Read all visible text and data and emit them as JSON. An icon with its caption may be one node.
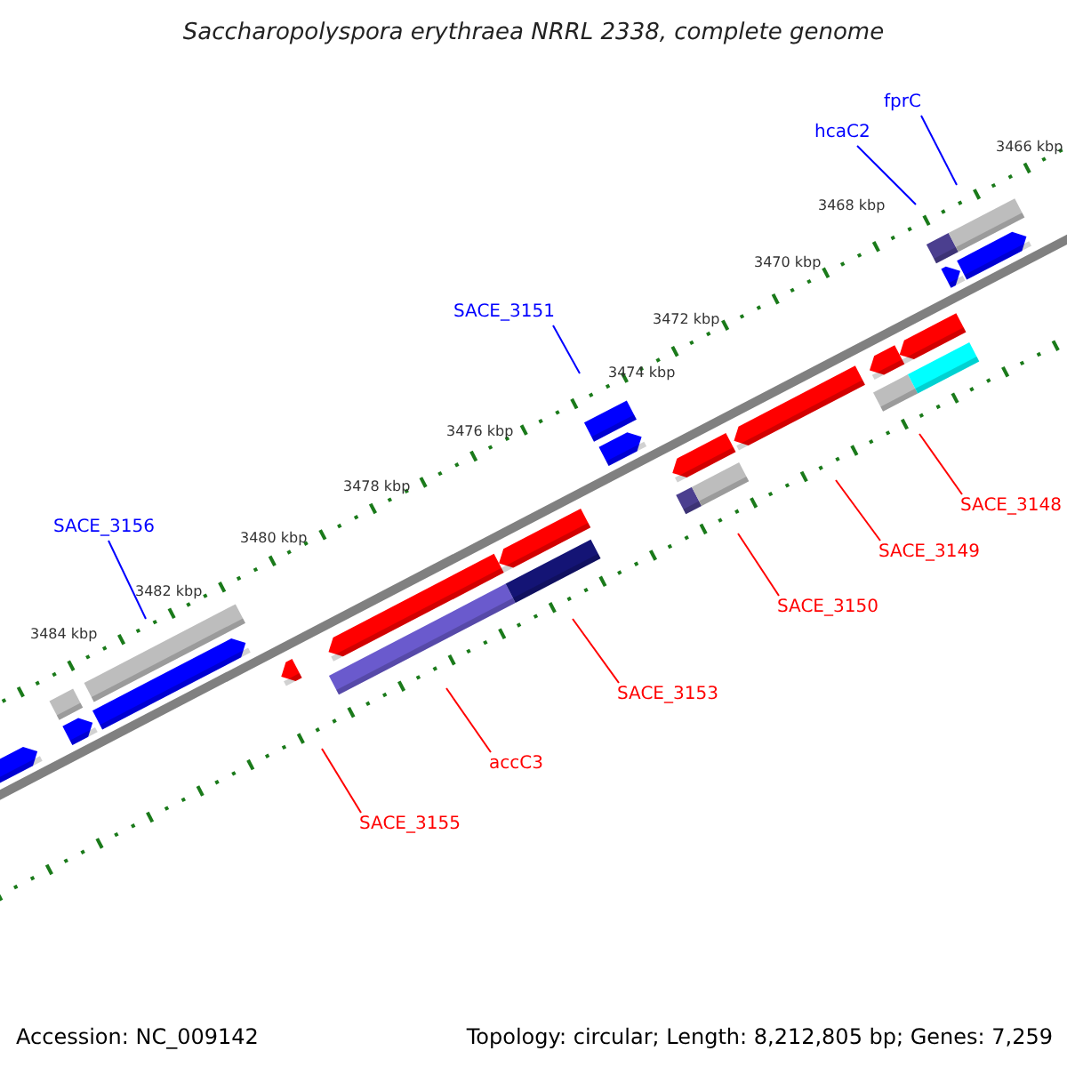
{
  "diagram": {
    "title": "Saccharopolyspora erythraea NRRL 2338, complete genome",
    "nodes": [
      {
        "text": [
          "fprC"
        ]
      },
      {
        "text": [
          "hcaC2"
        ]
      },
      {
        "text": [
          "SACE_3151"
        ]
      },
      {
        "text": [
          "SACE_3148"
        ]
      },
      {
        "text": [
          "SACE_3156"
        ]
      },
      {
        "text": [
          "SACE_3149"
        ]
      },
      {
        "text": [
          "SACE_3150"
        ]
      },
      {
        "text": [
          "SACE_3153"
        ]
      },
      {
        "text": [
          "accC3"
        ]
      },
      {
        "text": [
          "SACE_3155"
        ]
      }
    ],
    "edges": [
      {
        "from": 0,
        "to": null,
        "arrow": "none",
        "color": "#0000ff"
      },
      {
        "from": 1,
        "to": null,
        "arrow": "none",
        "color": "#0000ff"
      },
      {
        "from": 2,
        "to": null,
        "arrow": "none",
        "color": "#0000ff"
      },
      {
        "from": 3,
        "to": null,
        "arrow": "none"
      },
      {
        "from": 4,
        "to": null,
        "arrow": "none",
        "color": "#0000ff"
      },
      {
        "from": 5,
        "to": null,
        "arrow": "none"
      },
      {
        "from": 6,
        "to": null,
        "arrow": "none"
      },
      {
        "from": 7,
        "to": null,
        "arrow": "none"
      },
      {
        "from": 8,
        "to": null,
        "arrow": "none"
      },
      {
        "from": 9,
        "to": null,
        "arrow": "none"
      }
    ],
    "labels": [
      "3466 kbp",
      "3468 kbp",
      "3470 kbp",
      "3472 kbp",
      "3474 kbp",
      "3476 kbp",
      "3478 kbp",
      "3480 kbp",
      "3482 kbp",
      "3484 kbp",
      "Accession: NC_009142",
      "Topology: circular; Length: 8,212,805 bp; Genes: 7,259"
    ]
  }
}
